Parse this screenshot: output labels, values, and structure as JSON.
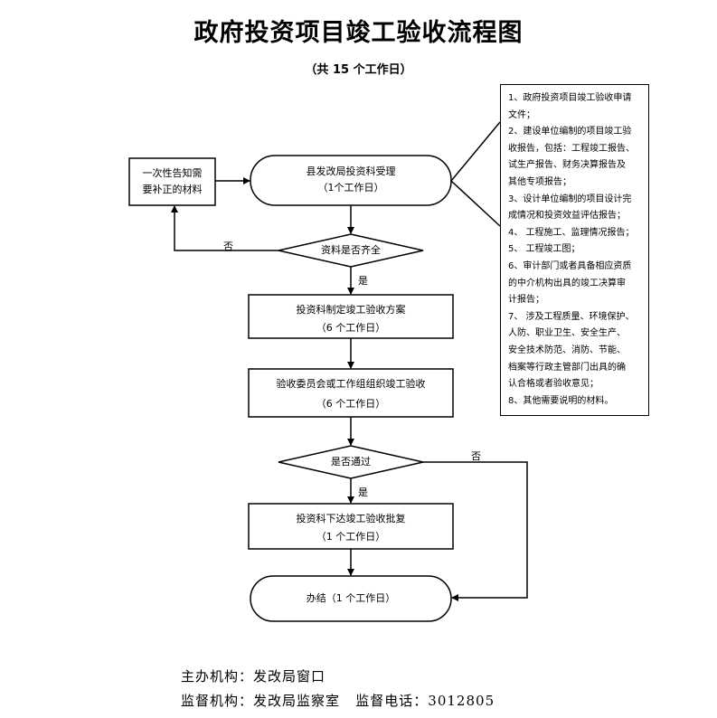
{
  "title": "政府投资项目竣工验收流程图",
  "subtitle": "（共 15 个工作日）",
  "nodes": {
    "side_box": {
      "line1": "一次性告知需",
      "line2": "要补正的材料"
    },
    "accept": {
      "line1": "县发改局投资科受理",
      "line2": "（1个工作日）"
    },
    "check_complete": "资料是否齐全",
    "plan": {
      "line1": "投资科制定竣工验收方案",
      "line2": "（6 个工作日）"
    },
    "organize": {
      "line1": "验收委员会或工作组组织竣工验收",
      "line2": "（6 个工作日）"
    },
    "check_pass": "是否通过",
    "approve": {
      "line1": "投资科下达竣工验收批复",
      "line2": "（1 个工作日）"
    },
    "finish": "办结（1 个工作日）"
  },
  "labels": {
    "no_left": "否",
    "yes_1": "是",
    "no_right": "否",
    "yes_2": "是"
  },
  "materials": [
    "1、政府投资项目竣工验收申请",
    "文件；",
    "2、建设单位编制的项目竣工验",
    "收报告，包括：工程竣工报告、",
    "试生产报告、财务决算报告及",
    "其他专项报告；",
    "3、设计单位编制的项目设计完",
    "成情况和投资效益评估报告；",
    "4、 工程施工、监理情况报告；",
    "5、 工程竣工图；",
    "6、审计部门或者具备相应资质",
    "的中介机构出具的竣工决算审",
    "计报告；",
    "7、 涉及工程质量、环境保护、",
    "人防、职业卫生、安全生产、",
    "安全技术防范、消防、节能、",
    "档案等行政主管部门出具的确",
    "认合格或者验收意见；",
    "8、其他需要说明的材料。"
  ],
  "footer": {
    "line1": "主办机构：发改局窗口",
    "line2": "监督机构：发改局监察室   监督电话：3012805"
  }
}
